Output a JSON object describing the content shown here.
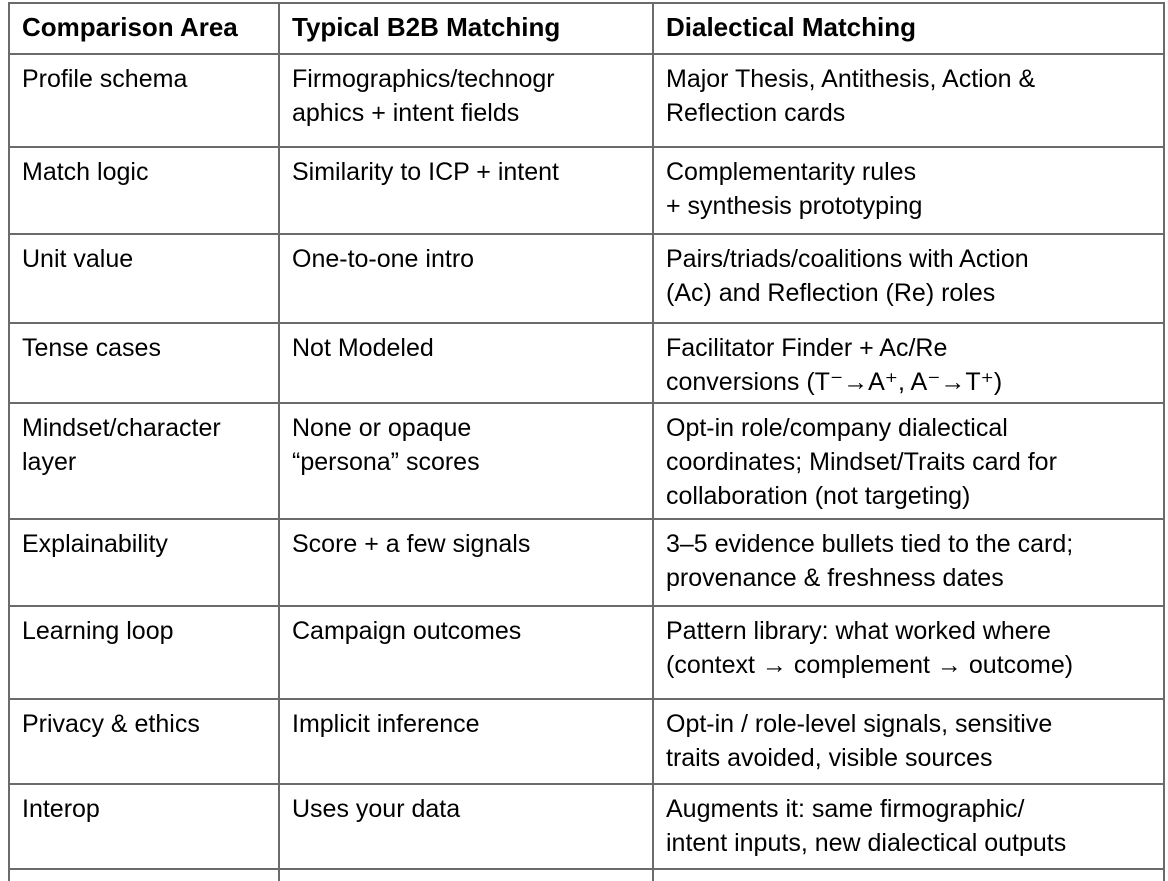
{
  "page": {
    "background_color": "#ffffff",
    "text_color": "#000000",
    "border_color": "#6b6b6b"
  },
  "table": {
    "columns": [
      {
        "label": "Comparison Area"
      },
      {
        "label": "Typical B2B Matching"
      },
      {
        "label": "Dialectical Matching"
      }
    ],
    "rows": [
      {
        "area": "Profile schema",
        "typical": "Firmographics/technogr\naphics + intent fields",
        "dialectical": "Major Thesis, Antithesis, Action &\nReflection cards"
      },
      {
        "area": "Match logic",
        "typical": "Similarity to ICP + intent",
        "dialectical": "Complementarity rules\n+ synthesis prototyping"
      },
      {
        "area": "Unit value",
        "typical": "One-to-one intro",
        "dialectical": "Pairs/triads/coalitions with Action\n(Ac) and Reflection (Re) roles"
      },
      {
        "area": "Tense cases",
        "typical": "Not Modeled",
        "dialectical": "Facilitator Finder + Ac/Re\nconversions (T⁻→A⁺, A⁻→T⁺)"
      },
      {
        "area": "Mindset/character\nlayer",
        "typical": "None or opaque\n“persona” scores",
        "dialectical": "Opt-in role/company dialectical\ncoordinates; Mindset/Traits card for\ncollaboration (not targeting)"
      },
      {
        "area": "Explainability",
        "typical": "Score + a few signals",
        "dialectical": "3–5 evidence bullets tied to the card;\nprovenance & freshness dates"
      },
      {
        "area": "Learning loop",
        "typical": "Campaign outcomes",
        "dialectical": "Pattern library: what worked where\n(context → complement → outcome)"
      },
      {
        "area": "Privacy & ethics",
        "typical": "Implicit inference",
        "dialectical": "Opt-in / role-level signals, sensitive\ntraits avoided, visible sources"
      },
      {
        "area": "Interop",
        "typical": "Uses your data",
        "dialectical": "Augments it: same firmographic/\nintent inputs, new dialectical outputs"
      }
    ]
  }
}
